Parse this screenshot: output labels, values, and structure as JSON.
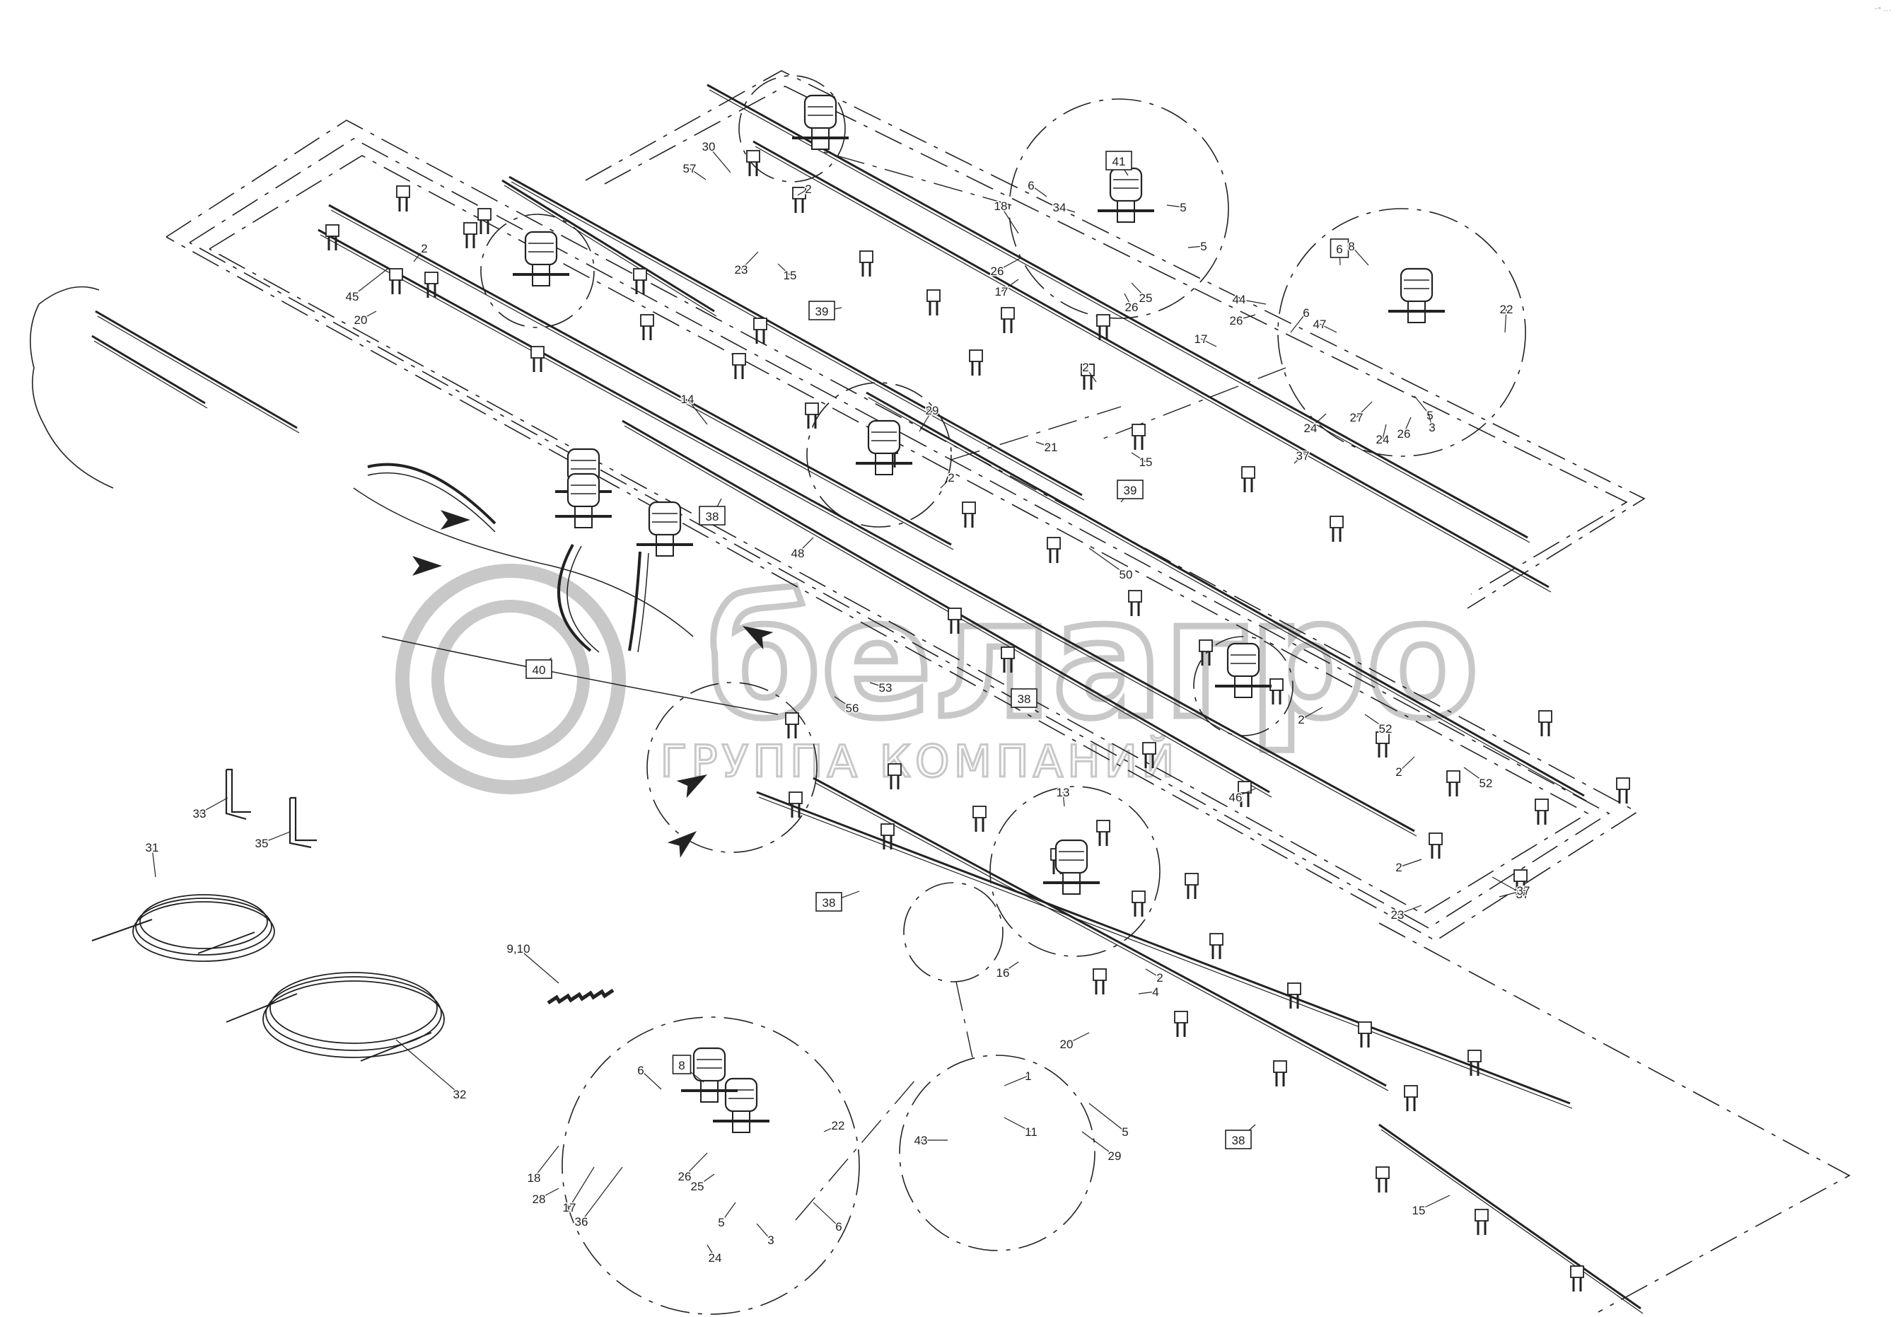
{
  "corner_mark": "⁻° ···",
  "watermark": {
    "brand": "белагро",
    "subtitle": "ГРУППА КОМПАНИЙ",
    "color": "#c8c8c8"
  },
  "line_color": "#222222",
  "callouts": [
    {
      "label": "30"
    },
    {
      "label": "57"
    },
    {
      "label": "2"
    },
    {
      "label": "23"
    },
    {
      "label": "15"
    },
    {
      "label": "39"
    },
    {
      "label": "6"
    },
    {
      "label": "41"
    },
    {
      "label": "5"
    },
    {
      "label": "18"
    },
    {
      "label": "34"
    },
    {
      "label": "5"
    },
    {
      "label": "26"
    },
    {
      "label": "17"
    },
    {
      "label": "25"
    },
    {
      "label": "26"
    },
    {
      "label": "6"
    },
    {
      "label": "8"
    },
    {
      "label": "44"
    },
    {
      "label": "22"
    },
    {
      "label": "26"
    },
    {
      "label": "47"
    },
    {
      "label": "17"
    },
    {
      "label": "6"
    },
    {
      "label": "27"
    },
    {
      "label": "5"
    },
    {
      "label": "26"
    },
    {
      "label": "3"
    },
    {
      "label": "24"
    },
    {
      "label": "24"
    },
    {
      "label": "2"
    },
    {
      "label": "45"
    },
    {
      "label": "20"
    },
    {
      "label": "2"
    },
    {
      "label": "14"
    },
    {
      "label": "29"
    },
    {
      "label": "38"
    },
    {
      "label": "48"
    },
    {
      "label": "2"
    },
    {
      "label": "21"
    },
    {
      "label": "15"
    },
    {
      "label": "37"
    },
    {
      "label": "39"
    },
    {
      "label": "50"
    },
    {
      "label": "40"
    },
    {
      "label": "56"
    },
    {
      "label": "53"
    },
    {
      "label": "38"
    },
    {
      "label": "2"
    },
    {
      "label": "52"
    },
    {
      "label": "2"
    },
    {
      "label": "52"
    },
    {
      "label": "46"
    },
    {
      "label": "37"
    },
    {
      "label": "13"
    },
    {
      "label": "38"
    },
    {
      "label": "2"
    },
    {
      "label": "23"
    },
    {
      "label": "37"
    },
    {
      "label": "16"
    },
    {
      "label": "2"
    },
    {
      "label": "4"
    },
    {
      "label": "20"
    },
    {
      "label": "38"
    },
    {
      "label": "33"
    },
    {
      "label": "35"
    },
    {
      "label": "31"
    },
    {
      "label": "9,10"
    },
    {
      "label": "32"
    },
    {
      "label": "1"
    },
    {
      "label": "5"
    },
    {
      "label": "11"
    },
    {
      "label": "43"
    },
    {
      "label": "29"
    },
    {
      "label": "6"
    },
    {
      "label": "8"
    },
    {
      "label": "22"
    },
    {
      "label": "18"
    },
    {
      "label": "28"
    },
    {
      "label": "26"
    },
    {
      "label": "25"
    },
    {
      "label": "17"
    },
    {
      "label": "36"
    },
    {
      "label": "5"
    },
    {
      "label": "3"
    },
    {
      "label": "24"
    },
    {
      "label": "6"
    },
    {
      "label": "15"
    }
  ]
}
